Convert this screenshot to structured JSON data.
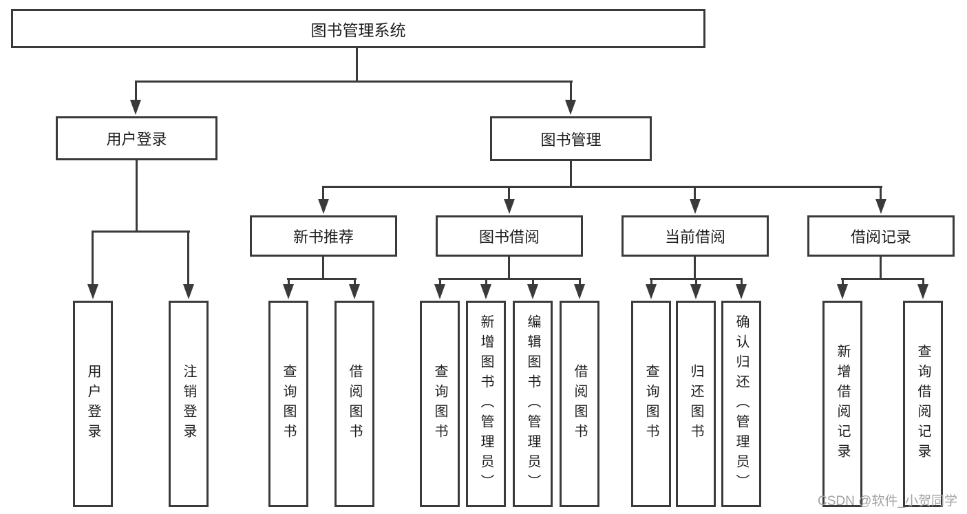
{
  "colors": {
    "line": "#3a3a3a",
    "text": "#1e1e1e",
    "watermark": "#a3a3a3",
    "background": "#ffffff"
  },
  "diagram": {
    "root": {
      "label": "图书管理系统"
    },
    "user_branch": {
      "label": "用户登录",
      "children": [
        {
          "label": "用户登录"
        },
        {
          "label": "注销登录"
        }
      ]
    },
    "book_branch": {
      "label": "图书管理",
      "sections": [
        {
          "label": "新书推荐",
          "children": [
            {
              "label": "查询图书"
            },
            {
              "label": "借阅图书"
            }
          ]
        },
        {
          "label": "图书借阅",
          "children": [
            {
              "label": "查询图书"
            },
            {
              "label": "新增图书（管理员）"
            },
            {
              "label": "编辑图书（管理员）"
            },
            {
              "label": "借阅图书"
            }
          ]
        },
        {
          "label": "当前借阅",
          "children": [
            {
              "label": "查询图书"
            },
            {
              "label": "归还图书"
            },
            {
              "label": "确认归还（管理员）"
            }
          ]
        },
        {
          "label": "借阅记录",
          "children": [
            {
              "label": "新增借阅记录"
            },
            {
              "label": "查询借阅记录"
            }
          ]
        }
      ]
    },
    "watermark": "CSDN @软件_小贺同学"
  }
}
